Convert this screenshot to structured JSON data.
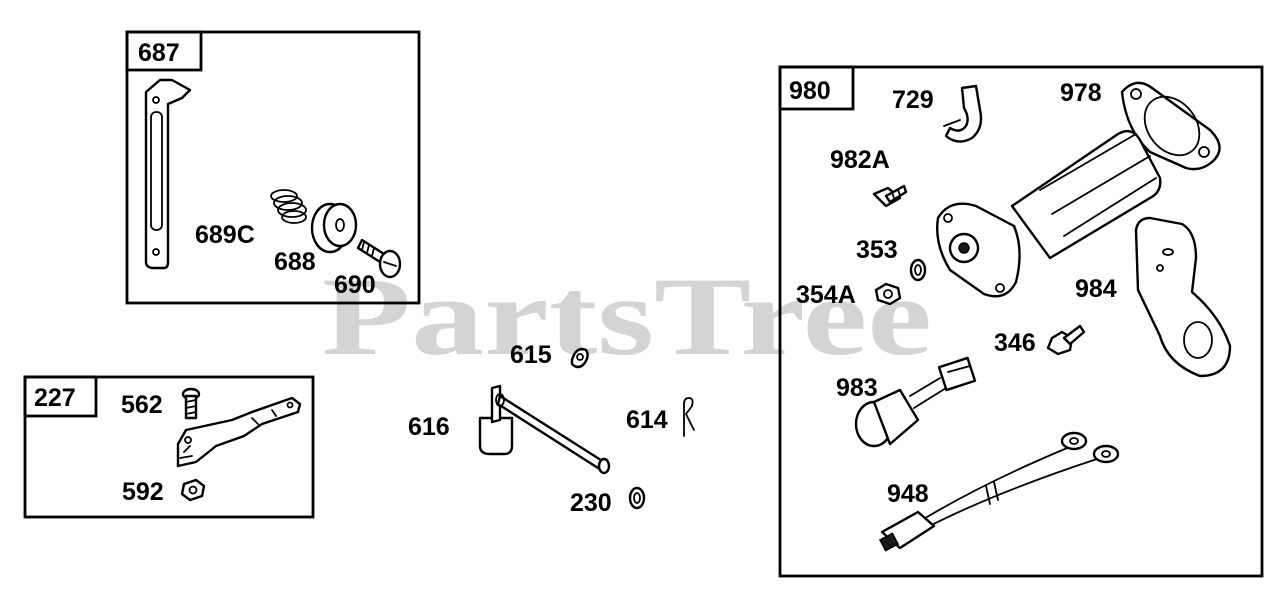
{
  "watermark": "PartsTree",
  "kits": {
    "k687": "687",
    "k227": "227",
    "k980": "980"
  },
  "callouts": {
    "c689C": "689C",
    "c688": "688",
    "c690": "690",
    "c562": "562",
    "c592": "592",
    "c615": "615",
    "c616": "616",
    "c614": "614",
    "c230": "230",
    "c729": "729",
    "c978": "978",
    "c982A": "982A",
    "c353": "353",
    "c354A": "354A",
    "c984": "984",
    "c346": "346",
    "c983": "983",
    "c948": "948"
  }
}
